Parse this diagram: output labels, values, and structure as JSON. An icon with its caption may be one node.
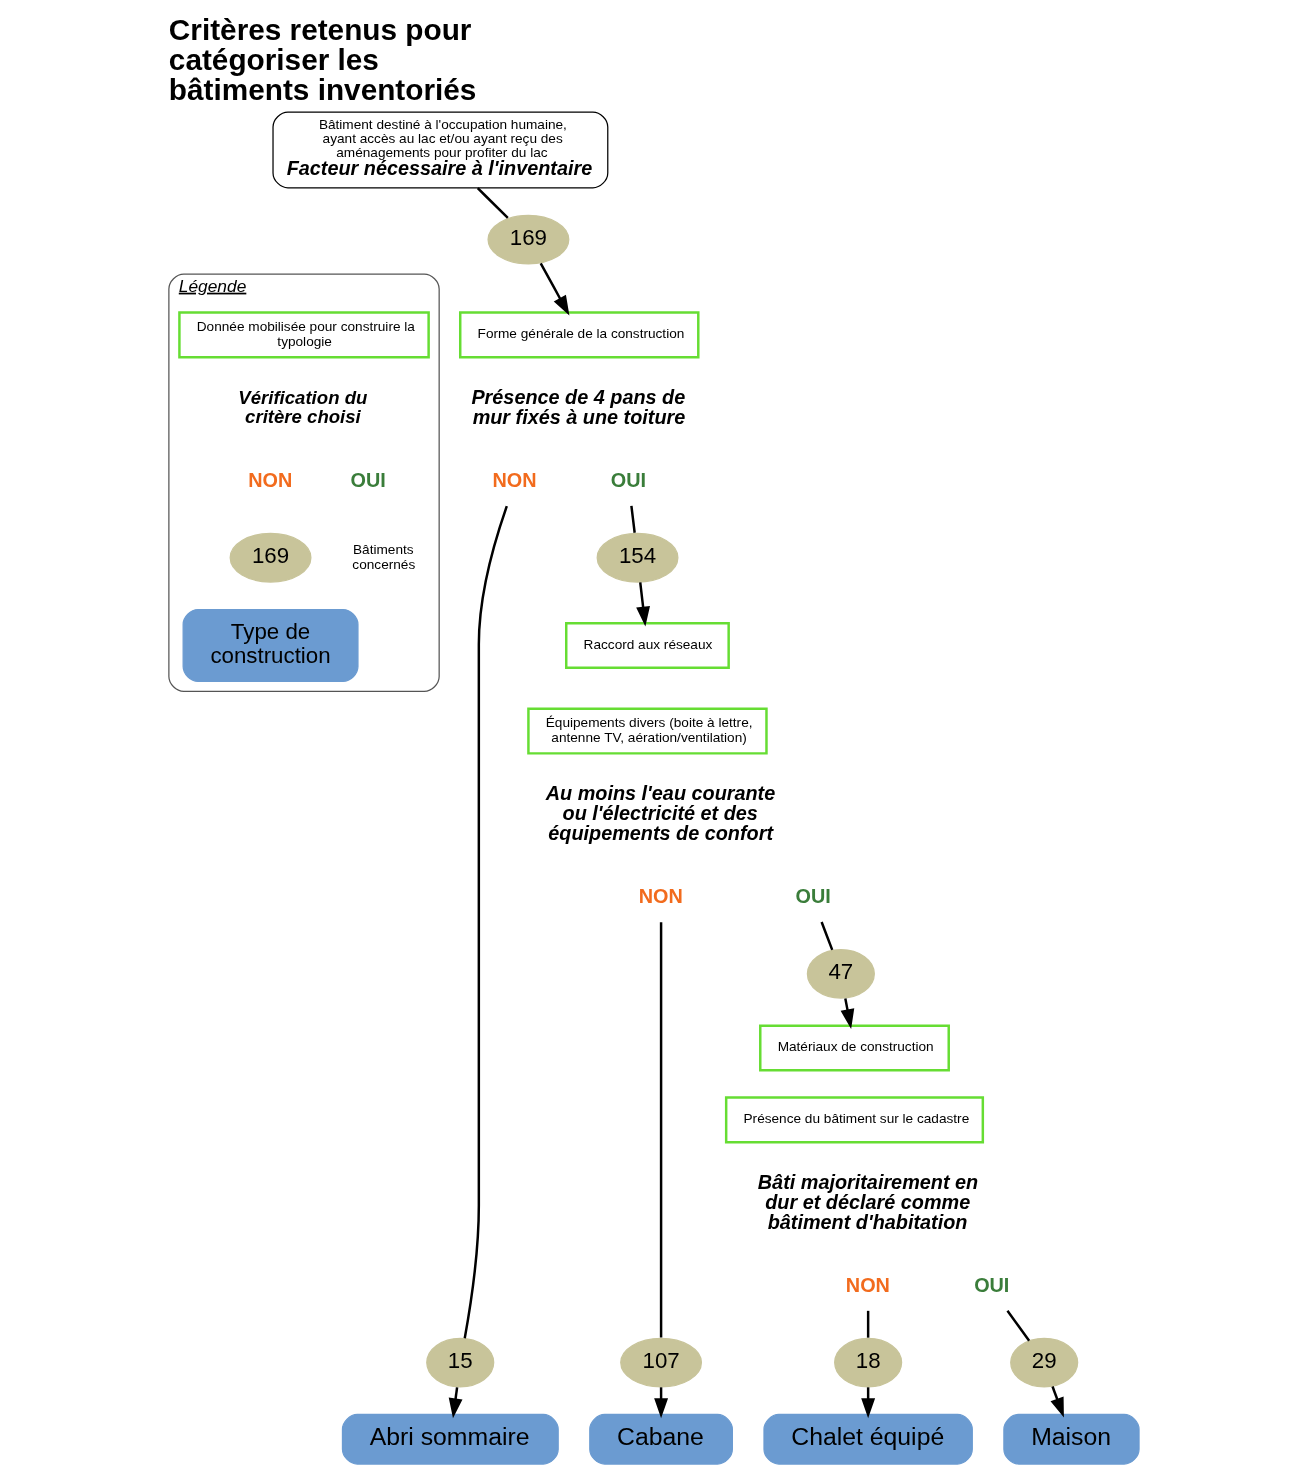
{
  "diagram": {
    "title": "Critères retenus pour catégoriser les bâtiments inventoriés",
    "nodes": [
      {
        "text": [
          "Bâtiment destiné à l'occupation humaine, ayant accès au lac et/ou ayant reçu des aménagements pour profiter du lac",
          "Facteur nécessaire à l'inventaire"
        ]
      },
      {
        "text": [
          "169"
        ]
      },
      {
        "text": [
          "Forme générale de la construction"
        ]
      },
      {
        "text": [
          "Présence de 4 pans de mur fixés à une toiture"
        ]
      },
      {
        "text": [
          "NON"
        ]
      },
      {
        "text": [
          "OUI"
        ]
      },
      {
        "text": [
          "154"
        ]
      },
      {
        "text": [
          "Raccord aux réseaux"
        ]
      },
      {
        "text": [
          "Équipements divers (boite à lettre, antenne TV, aération/ventilation)"
        ]
      },
      {
        "text": [
          "Au moins l'eau courante ou l'électricité et des équipements de confort"
        ]
      },
      {
        "text": [
          "NON"
        ]
      },
      {
        "text": [
          "OUI"
        ]
      },
      {
        "text": [
          "47"
        ]
      },
      {
        "text": [
          "Matériaux de construction"
        ]
      },
      {
        "text": [
          "Présence du bâtiment sur le cadastre"
        ]
      },
      {
        "text": [
          "Bâti majoritairement en dur et déclaré comme bâtiment d'habitation"
        ]
      },
      {
        "text": [
          "NON"
        ]
      },
      {
        "text": [
          "OUI"
        ]
      },
      {
        "text": [
          "15"
        ]
      },
      {
        "text": [
          "107"
        ]
      },
      {
        "text": [
          "18"
        ]
      },
      {
        "text": [
          "29"
        ]
      },
      {
        "text": [
          "Abri sommaire"
        ]
      },
      {
        "text": [
          "Cabane"
        ]
      },
      {
        "text": [
          "Chalet équipé"
        ]
      },
      {
        "text": [
          "Maison"
        ]
      },
      {
        "text": [
          "Légende"
        ]
      },
      {
        "text": [
          "Donnée mobilisée pour construire la typologie"
        ],
        "in": 26
      },
      {
        "text": [
          "169"
        ],
        "beside": [
          "Bâtiments concernés"
        ],
        "in": 26
      },
      {
        "text": [
          "Type de construction"
        ],
        "in": 26
      }
    ],
    "edges": [
      {
        "from": 0,
        "to": 1,
        "arrow": "none"
      },
      {
        "from": 1,
        "to": 2,
        "arrow": "to"
      },
      {
        "from": 5,
        "to": 6,
        "arrow": "none"
      },
      {
        "from": 6,
        "to": 7,
        "arrow": "to"
      },
      {
        "from": 11,
        "to": 12,
        "arrow": "none"
      },
      {
        "from": 12,
        "to": 13,
        "arrow": "to"
      },
      {
        "from": 4,
        "to": 18,
        "arrow": "none"
      },
      {
        "from": 18,
        "to": 22,
        "arrow": "to"
      },
      {
        "from": 10,
        "to": 19,
        "arrow": "none"
      },
      {
        "from": 19,
        "to": 23,
        "arrow": "to"
      },
      {
        "from": 16,
        "to": 20,
        "arrow": "none"
      },
      {
        "from": 20,
        "to": 24,
        "arrow": "to"
      },
      {
        "from": 17,
        "to": 21,
        "arrow": "none"
      },
      {
        "from": 21,
        "to": 25,
        "arrow": "to"
      }
    ],
    "labels": [
      "Vérification du critère choisi",
      "NON",
      "OUI"
    ]
  }
}
